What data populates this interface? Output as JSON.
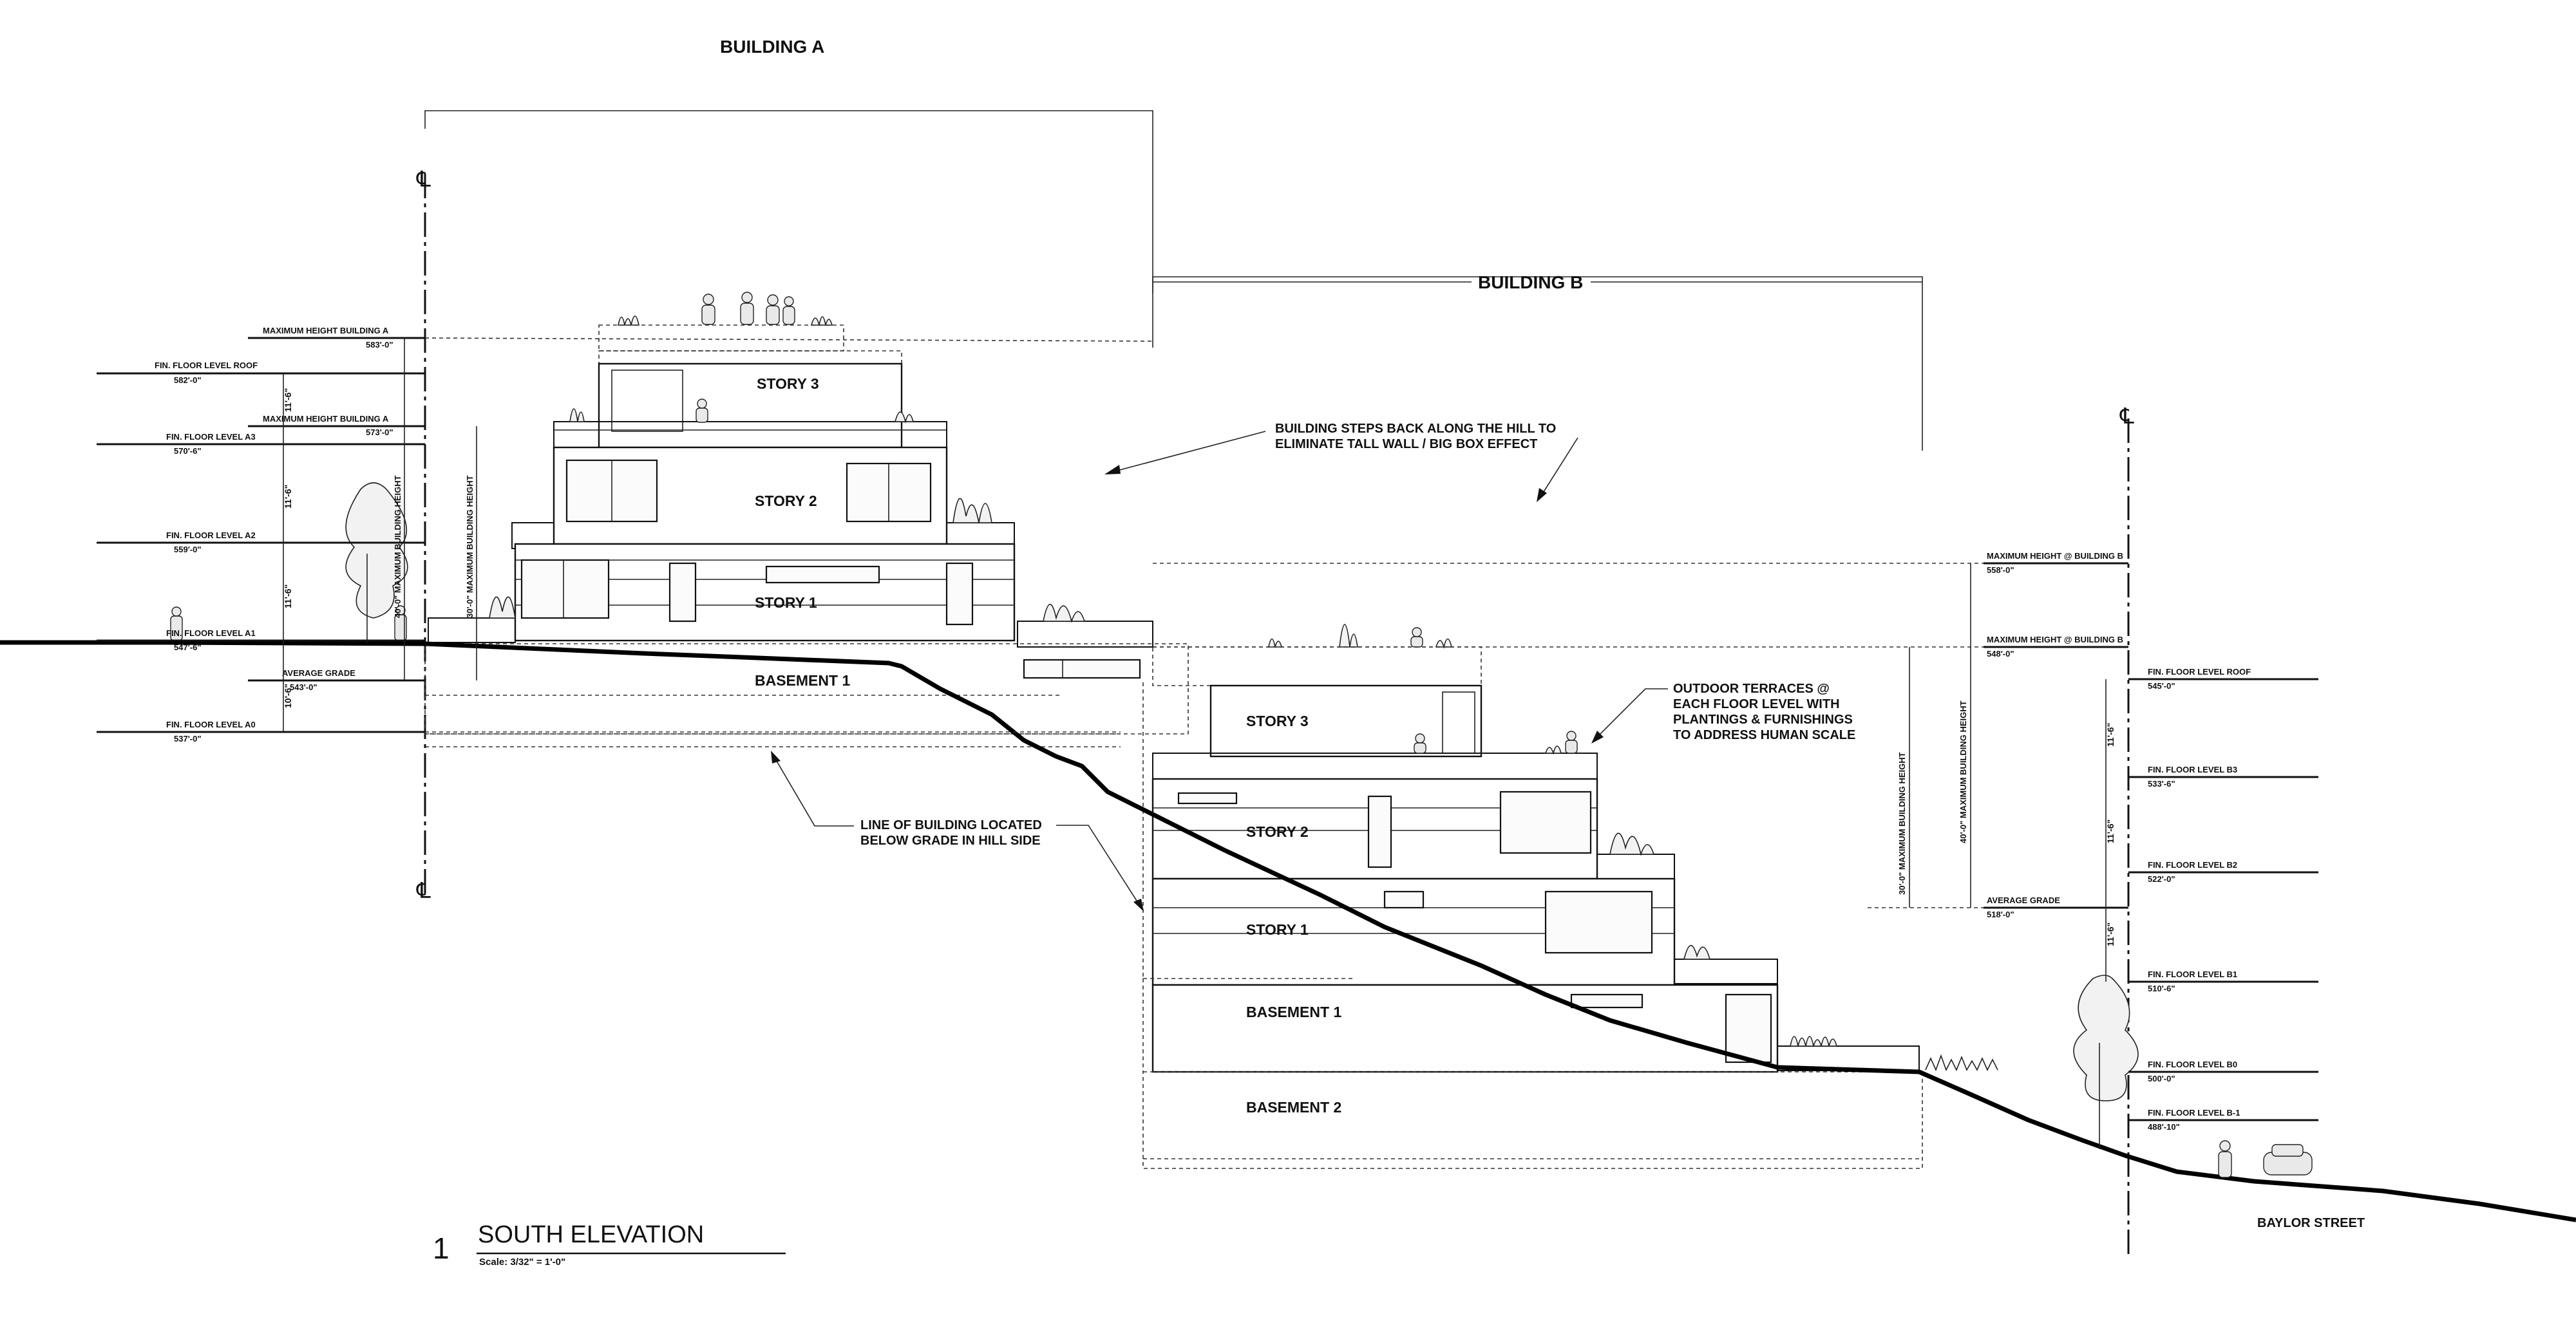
{
  "drawing": {
    "building_a_title": "BUILDING A",
    "building_b_title": "BUILDING B",
    "sheet_number": "1",
    "sheet_title": "SOUTH ELEVATION",
    "scale": "Scale: 3/32\" = 1'-0\"",
    "street_label": "BAYLOR STREET",
    "centerline_symbol": "℄"
  },
  "building_a": {
    "rooms": [
      "STORY 3",
      "STORY 2",
      "STORY 1",
      "BASEMENT 1"
    ],
    "levels": [
      {
        "label": "MAXIMUM HEIGHT BUILDING A",
        "elev": "583'-0\""
      },
      {
        "label": "FIN. FLOOR LEVEL ROOF",
        "elev": "582'-0\""
      },
      {
        "label": "MAXIMUM HEIGHT BUILDING A",
        "elev": "573'-0\""
      },
      {
        "label": "FIN. FLOOR LEVEL A3",
        "elev": "570'-6\""
      },
      {
        "label": "FIN. FLOOR LEVEL A2",
        "elev": "559'-0\""
      },
      {
        "label": "FIN. FLOOR LEVEL A1",
        "elev": "547'-6\""
      },
      {
        "label": "AVERAGE GRADE",
        "elev": "543'-0\""
      },
      {
        "label": "FIN. FLOOR LEVEL A0",
        "elev": "537'-0\""
      }
    ],
    "dims": [
      "11'-6\"",
      "11'-6\"",
      "11'-6\"",
      "10'-6\""
    ],
    "vertical_dims": [
      "40'-0\" MAXIMUM BUILDING HEIGHT",
      "30'-0\" MAXIMUM BUILDING HEIGHT"
    ]
  },
  "building_b": {
    "rooms": [
      "STORY 3",
      "STORY 2",
      "STORY 1",
      "BASEMENT 1",
      "BASEMENT 2"
    ],
    "levels": [
      {
        "label": "MAXIMUM HEIGHT @ BUILDING B",
        "elev": "558'-0\""
      },
      {
        "label": "MAXIMUM HEIGHT @ BUILDING B",
        "elev": "548'-0\""
      },
      {
        "label": "FIN. FLOOR LEVEL ROOF",
        "elev": "545'-0\""
      },
      {
        "label": "FIN. FLOOR LEVEL B3",
        "elev": "533'-6\""
      },
      {
        "label": "FIN. FLOOR LEVEL B2",
        "elev": "522'-0\""
      },
      {
        "label": "AVERAGE GRADE",
        "elev": "518'-0\""
      },
      {
        "label": "FIN. FLOOR LEVEL B1",
        "elev": "510'-6\""
      },
      {
        "label": "FIN. FLOOR LEVEL B0",
        "elev": "500'-0\""
      },
      {
        "label": "FIN. FLOOR LEVEL B-1",
        "elev": "488'-10\""
      }
    ],
    "dims": [
      "11'-6\"",
      "11'-6\"",
      "11'-6\""
    ],
    "vertical_dims": [
      "30'-0\" MAXIMUM BUILDING HEIGHT",
      "40'-0\" MAXIMUM BUILDING HEIGHT"
    ]
  },
  "notes": {
    "steps_back": [
      "BUILDING STEPS BACK ALONG THE HILL TO",
      "ELIMINATE TALL WALL / BIG BOX EFFECT"
    ],
    "terraces": [
      "OUTDOOR TERRACES @",
      "EACH FLOOR LEVEL WITH",
      "PLANTINGS & FURNISHINGS",
      "TO ADDRESS HUMAN SCALE"
    ],
    "below_grade": [
      "LINE OF BUILDING LOCATED",
      "BELOW GRADE IN HILL SIDE"
    ]
  }
}
